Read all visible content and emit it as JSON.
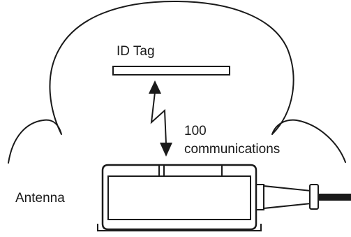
{
  "labels": {
    "id_tag": "ID Tag",
    "count": "100",
    "communications": "communications",
    "antenna": "Antenna"
  },
  "colors": {
    "stroke": "#1a1a1a",
    "background": "#ffffff"
  }
}
